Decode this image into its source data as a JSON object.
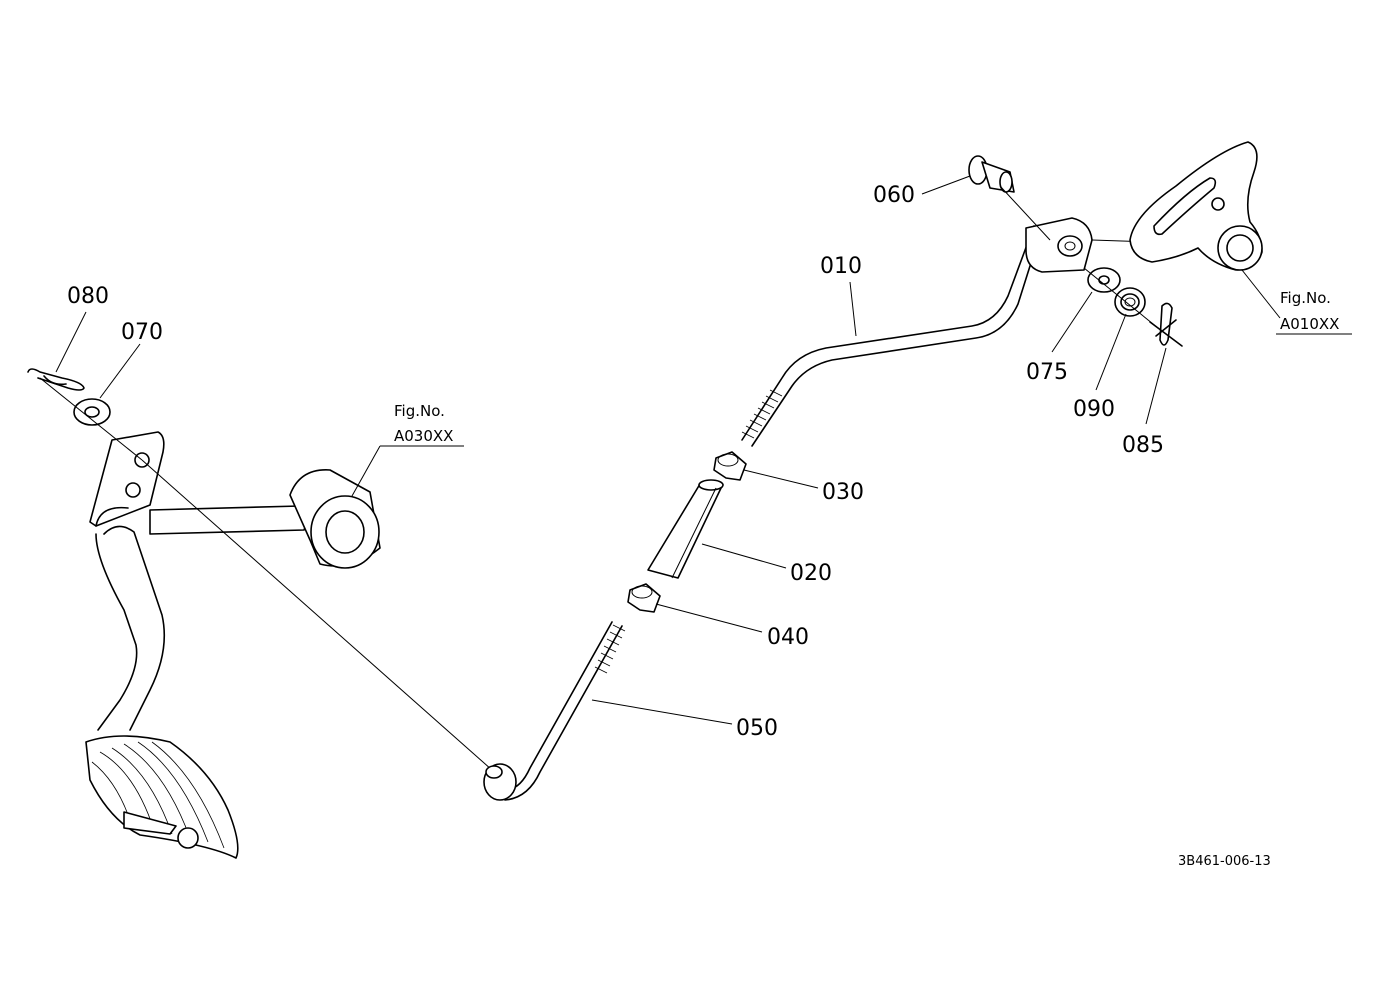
{
  "parts": [
    {
      "id": "010",
      "label": "010"
    },
    {
      "id": "020",
      "label": "020"
    },
    {
      "id": "030",
      "label": "030"
    },
    {
      "id": "040",
      "label": "040"
    },
    {
      "id": "050",
      "label": "050"
    },
    {
      "id": "060",
      "label": "060"
    },
    {
      "id": "070",
      "label": "070"
    },
    {
      "id": "075",
      "label": "075"
    },
    {
      "id": "080",
      "label": "080"
    },
    {
      "id": "085",
      "label": "085"
    },
    {
      "id": "090",
      "label": "090"
    }
  ],
  "references": [
    {
      "title": "Fig.No.",
      "code": "A030XX"
    },
    {
      "title": "Fig.No.",
      "code": "A010XX"
    }
  ],
  "drawing_number": "3B461-006-13",
  "colors": {
    "line": "#000000",
    "background": "#ffffff"
  }
}
